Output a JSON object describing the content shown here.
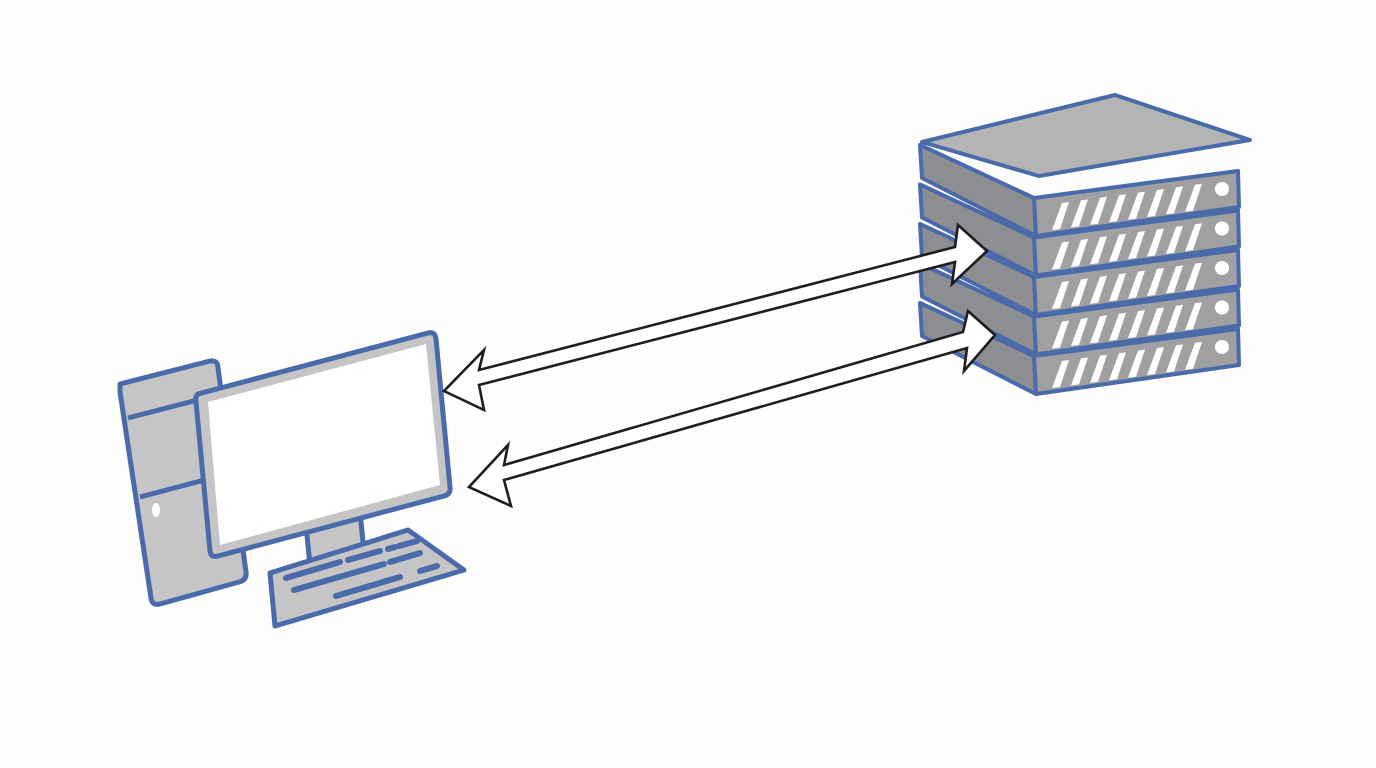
{
  "diagram": {
    "nodes": [
      {
        "id": "client",
        "icon": "desktop-computer-icon"
      },
      {
        "id": "server",
        "icon": "server-rack-icon",
        "units": 5
      }
    ],
    "connections": [
      {
        "from": "client",
        "to": "server",
        "direction": "bidirectional"
      },
      {
        "from": "client",
        "to": "server",
        "direction": "bidirectional"
      }
    ]
  },
  "colors": {
    "outline": "#4a6aaa",
    "device_fill": "#c5c5c5",
    "server_top": "#b4b4b4",
    "server_front": "#9fa0a2",
    "server_side": "#8d8e91",
    "screen": "#ffffff",
    "background": "#fdfdfc",
    "arrow_outline": "#1e1e1e"
  }
}
